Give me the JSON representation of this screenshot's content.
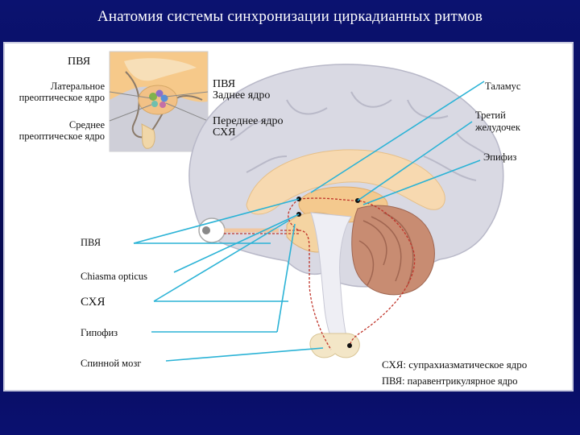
{
  "slide": {
    "title": "Анатомия системы синхронизации циркадианных ритмов"
  },
  "colors": {
    "background": "#0a0f5c",
    "pointer": "#2bb3d6",
    "brain": "#d8d8e3",
    "thalamus": "#f7d9b0",
    "pathway": "#c0352b"
  },
  "inset_labels": {
    "pvn": "ПВЯ",
    "lateral_preoptic": "Латеральное преоптическое ядро",
    "medial_preoptic": "Среднее преоптическое ядро"
  },
  "inset_right_labels": {
    "pvn": "ПВЯ",
    "posterior_nucleus": "Заднее ядро",
    "anterior_nucleus": "Переднее ядро",
    "scn": "СХЯ"
  },
  "right_labels": {
    "thalamus": "Таламус",
    "third_ventricle": "Третий желудочек",
    "pineal": "Эпифиз"
  },
  "left_labels": {
    "pvn": "ПВЯ",
    "chiasma": "Chiasma opticus",
    "scn": "СХЯ",
    "pituitary": "Гипофиз",
    "spinal_cord": "Спинной мозг"
  },
  "legend": {
    "scn_def": "СХЯ: супрахиазматическое ядро",
    "pvn_def": "ПВЯ: паравентрикулярное ядро"
  }
}
